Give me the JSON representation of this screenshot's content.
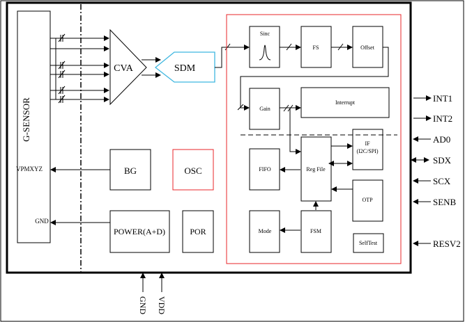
{
  "sensor": {
    "label": "G-SENSOR",
    "vpm_label": "VPMXYZ",
    "gnd_label": "GND"
  },
  "analog": {
    "cva_label": "CVA",
    "sdm_label": "SDM",
    "bg_label": "BG",
    "osc_label": "OSC",
    "power_label": "POWER(A+D)",
    "por_label": "POR"
  },
  "digital": {
    "sinc_label": "Sinc",
    "fs_label": "FS",
    "offset_label": "Offset",
    "gain_label": "Gain",
    "interrupt_label": "Interrupt",
    "fifo_label": "FIFO",
    "regfile_label": "Reg File",
    "if_label_line1": "IF",
    "if_label_line2": "(I2C/SPI)",
    "otp_label": "OTP",
    "mode_label": "Mode",
    "fsm_label": "FSM",
    "selftest_label": "SelfTest"
  },
  "pins": {
    "int1": "INT1",
    "int2": "INT2",
    "ad0": "AD0",
    "sdx": "SDX",
    "scx": "SCX",
    "senb": "SENB",
    "resv2": "RESV2",
    "gnd": "GND",
    "vdd": "VDD"
  },
  "colors": {
    "digital_border": "#e8242a",
    "sdm_border": "#3fb7e0",
    "osc_border": "#e8242a",
    "line": "#000000"
  }
}
